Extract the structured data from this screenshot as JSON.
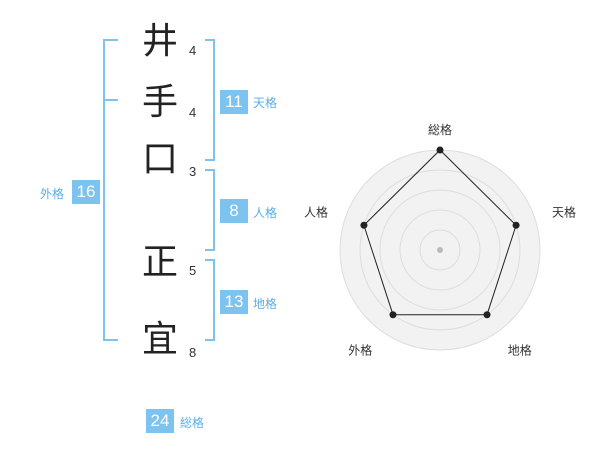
{
  "name": {
    "characters": [
      {
        "char": "井",
        "strokes": "4"
      },
      {
        "char": "手",
        "strokes": "4"
      },
      {
        "char": "口",
        "strokes": "3"
      },
      {
        "char": "正",
        "strokes": "5"
      },
      {
        "char": "宜",
        "strokes": "8"
      }
    ]
  },
  "fortune": {
    "tenkaku": {
      "value": "11",
      "label": "天格"
    },
    "jinkaku": {
      "value": "8",
      "label": "人格"
    },
    "chikaku": {
      "value": "13",
      "label": "地格"
    },
    "gaikaku": {
      "value": "16",
      "label": "外格"
    },
    "soukaku": {
      "value": "24",
      "label": "総格"
    }
  },
  "colors": {
    "badge": "#7cc3f0",
    "tag_text": "#5aaee6",
    "bracket": "#7cc3f0",
    "radar_fill": "#f2f2f2",
    "radar_ring": "#dddddd",
    "radar_line": "#222222"
  },
  "chart_data": {
    "type": "radar",
    "axes": [
      "総格",
      "天格",
      "地格",
      "外格",
      "人格"
    ],
    "values": [
      1.0,
      0.8,
      0.8,
      0.8,
      0.8
    ],
    "range": [
      0,
      1
    ]
  }
}
